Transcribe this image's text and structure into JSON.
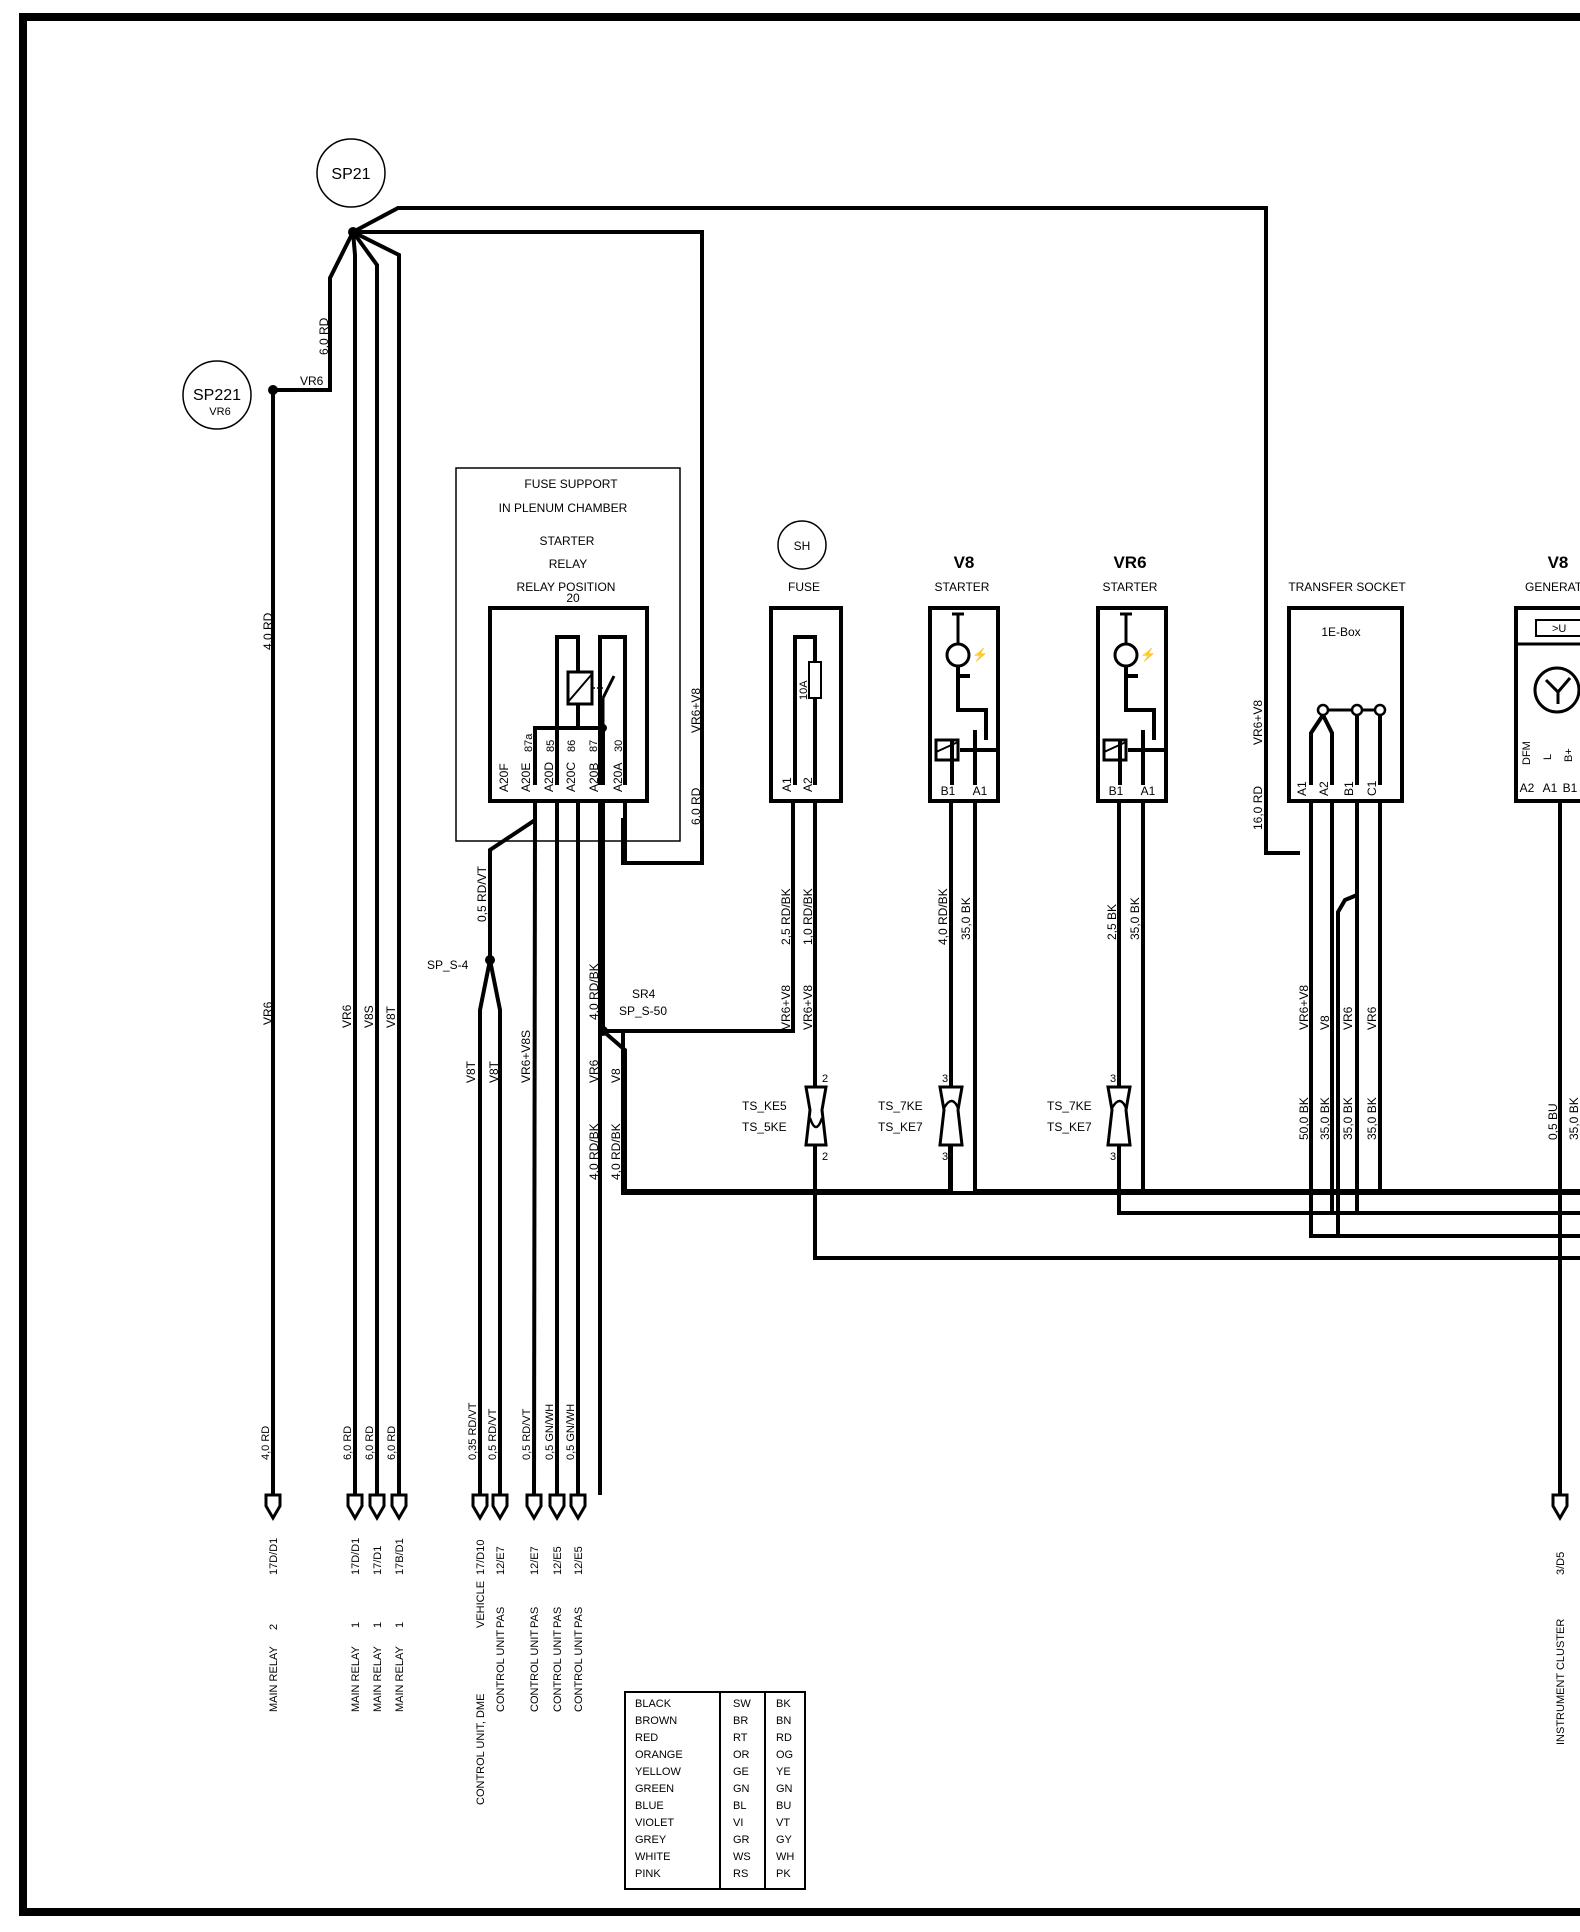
{
  "splices": {
    "sp21": "SP21",
    "sp221": "SP221",
    "sp221_sub": "VR6",
    "sh": "SH",
    "sp_s4": "SP_S-4",
    "sr4": "SR4",
    "sp_s50": "SP_S-50"
  },
  "fuse_support": {
    "line1": "FUSE SUPPORT",
    "line2": "IN PLENUM CHAMBER",
    "line3": "STARTER",
    "line4": "RELAY",
    "line5": "RELAY POSITION",
    "line6": "20",
    "relay_pins": [
      "87a",
      "85",
      "86",
      "87",
      "30"
    ],
    "terminals": [
      "A20F",
      "A20E",
      "A20D",
      "A20C",
      "A20B",
      "A20A"
    ]
  },
  "components": {
    "fuse": {
      "title": "FUSE",
      "rating": "10A",
      "pins": [
        "A1",
        "A2"
      ]
    },
    "starter_v8": {
      "variant": "V8",
      "title": "STARTER",
      "pins": [
        "B1",
        "A1"
      ]
    },
    "starter_vr6": {
      "variant": "VR6",
      "title": "STARTER",
      "pins": [
        "B1",
        "A1"
      ]
    },
    "transfer_socket": {
      "title": "TRANSFER SOCKET",
      "inner": "1E-Box",
      "pins": [
        "A1",
        "A2",
        "B1",
        "C1"
      ]
    },
    "generator": {
      "variant": "V8",
      "title": "GENERATO",
      "pins": [
        "A2",
        "A1",
        "B1"
      ],
      "labels": [
        "DFM",
        "L",
        "B+"
      ],
      "regulator": ">U"
    }
  },
  "wire_labels": {
    "sp221_vr6": "VR6",
    "sp21_6rd": "6,0 RD",
    "w_4rd_top": "4,0 RD",
    "w_vr6_mid": "VR6",
    "w_vr6": "VR6",
    "w_v8s": "V8S",
    "w_v8t": "V8T",
    "relay_vr6v8": "VR6+V8",
    "relay_6rd": "6,0 RD",
    "relay_05rdvt": "0,5 RD/VT",
    "sp4_v8t_a": "V8T",
    "sp4_v8t_b": "V8T",
    "vr6v8s": "VR6+V8S",
    "a20b_4rdbk": "4,0 RD/BK",
    "sr4_vr6": "VR6",
    "sr4_v8": "V8",
    "bus_4rdbk_a": "4,0 RD/BK",
    "bus_4rdbk_b": "4,0 RD/BK",
    "fuse_25": "2,5 RD/BK",
    "fuse_10": "1,0 RD/BK",
    "fuse_vr6v8_a": "VR6+V8",
    "fuse_vr6v8_b": "VR6+V8",
    "v8_4rdbk": "4,0 RD/BK",
    "v8_35bk": "35,0 BK",
    "vr6_25bk": "2,5 BK",
    "vr6_35bk": "35,0 BK",
    "ts_vr6v8": "VR6+V8",
    "ts_16rd": "16,0 RD",
    "ts_vr6v8_low": "VR6+V8",
    "ts_v8": "V8",
    "ts_vr6_a": "VR6",
    "ts_vr6_b": "VR6",
    "ts_50bk": "50,0 BK",
    "ts_35bk_a": "35,0 BK",
    "ts_35bk_b": "35,0 BK",
    "ts_35bk_c": "35,0 BK",
    "gen_05bu": "0,5 BU",
    "gen_35bk": "35,0 BK"
  },
  "connectors": {
    "ts_ke5": "TS_KE5",
    "ts_5ke": "TS_5KE",
    "ts_7ke_a": "TS_7KE",
    "ts_ke7_a": "TS_KE7",
    "ts_7ke_b": "TS_7KE",
    "ts_ke7_b": "TS_KE7",
    "pin2_top": "2",
    "pin2_bot": "2",
    "pin3_a_top": "3",
    "pin3_a_bot": "3",
    "pin3_b_top": "3",
    "pin3_b_bot": "3"
  },
  "bottom_wires": [
    {
      "gauge": "4,0 RD",
      "loc": "17D/D1",
      "dest": "MAIN RELAY",
      "pin": "2"
    },
    {
      "gauge": "6,0 RD",
      "loc": "17D/D1",
      "dest": "MAIN RELAY",
      "pin": "1"
    },
    {
      "gauge": "6,0 RD",
      "loc": "17/D1",
      "dest": "MAIN RELAY",
      "pin": "1"
    },
    {
      "gauge": "6,0 RD",
      "loc": "17B/D1",
      "dest": "MAIN RELAY",
      "pin": "1"
    },
    {
      "gauge": "0,35 RD/VT",
      "loc": "17/D10",
      "dest": "CONTROL UNIT, DME",
      "pin": "VEHICLE"
    },
    {
      "gauge": "0,5 RD/VT",
      "loc": "12/E7",
      "dest": "CONTROL UNIT",
      "pin": "PAS"
    },
    {
      "gauge": "0,5 RD/VT",
      "loc": "12/E7",
      "dest": "CONTROL UNIT",
      "pin": "PAS"
    },
    {
      "gauge": "0,5 GN/WH",
      "loc": "12/E5",
      "dest": "CONTROL UNIT",
      "pin": "PAS"
    },
    {
      "gauge": "0,5 GN/WH",
      "loc": "12/E5",
      "dest": "CONTROL UNIT",
      "pin": "PAS"
    },
    {
      "gauge": "",
      "loc": "3/D5",
      "dest": "INSTRUMENT CLUSTER",
      "pin": ""
    }
  ],
  "color_legend": [
    {
      "name": "BLACK",
      "de": "SW",
      "en": "BK"
    },
    {
      "name": "BROWN",
      "de": "BR",
      "en": "BN"
    },
    {
      "name": "RED",
      "de": "RT",
      "en": "RD"
    },
    {
      "name": "ORANGE",
      "de": "OR",
      "en": "OG"
    },
    {
      "name": "YELLOW",
      "de": "GE",
      "en": "YE"
    },
    {
      "name": "GREEN",
      "de": "GN",
      "en": "GN"
    },
    {
      "name": "BLUE",
      "de": "BL",
      "en": "BU"
    },
    {
      "name": "VIOLET",
      "de": "VI",
      "en": "VT"
    },
    {
      "name": "GREY",
      "de": "GR",
      "en": "GY"
    },
    {
      "name": "WHITE",
      "de": "WS",
      "en": "WH"
    },
    {
      "name": "PINK",
      "de": "RS",
      "en": "PK"
    }
  ]
}
